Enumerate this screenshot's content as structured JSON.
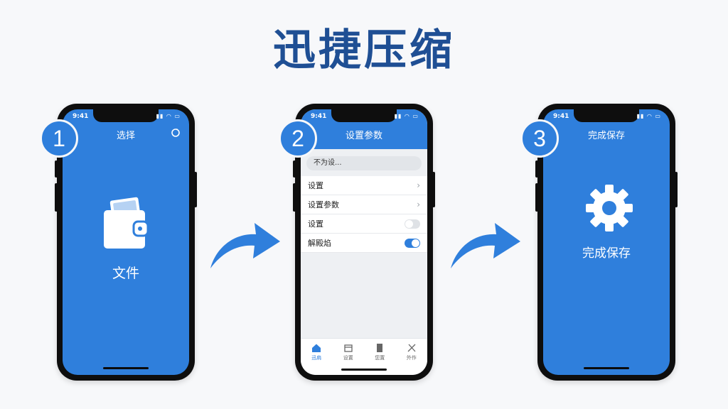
{
  "title": "迅捷压缩",
  "colors": {
    "accent": "#2f7fdc",
    "title": "#1f4f94",
    "frame": "#0e0e0e"
  },
  "phones": [
    {
      "step": "1",
      "status_time": "9:41",
      "header_title": "选择",
      "corner_icon": "refresh-icon",
      "center_icon": "wallet-icon",
      "center_label": "文件"
    },
    {
      "step": "2",
      "status_time": "9:41",
      "header_title": "设置参数",
      "search_text": "不为设...",
      "rows": [
        {
          "label": "设置",
          "control": "chevron"
        },
        {
          "label": "设置参数",
          "control": "chevron"
        },
        {
          "label": "设置",
          "control": "toggle-off"
        },
        {
          "label": "解殿焰",
          "control": "toggle-on"
        }
      ],
      "tabs": [
        {
          "label": "迅肩",
          "icon": "home-icon",
          "active": true
        },
        {
          "label": "设置",
          "icon": "box-icon",
          "active": false
        },
        {
          "label": "您置",
          "icon": "document-icon",
          "active": false
        },
        {
          "label": "外作",
          "icon": "tools-icon",
          "active": false
        }
      ]
    },
    {
      "step": "3",
      "status_time": "9:41",
      "header_title": "完成保存",
      "center_icon": "gear-icon",
      "center_label": "完成保存"
    }
  ]
}
